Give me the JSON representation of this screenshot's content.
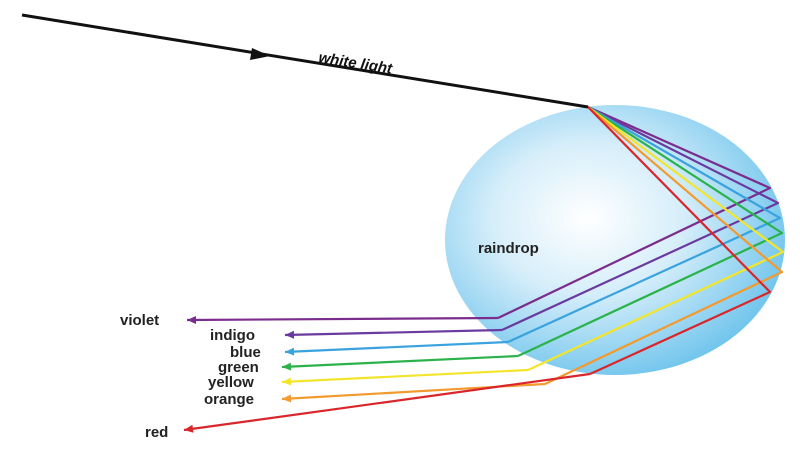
{
  "incoming_label": "white light",
  "drop_label": "raindrop",
  "colors": [
    {
      "name": "violet",
      "color": "#7b2d8e"
    },
    {
      "name": "indigo",
      "color": "#6a3aa0"
    },
    {
      "name": "blue",
      "color": "#3aa3dd"
    },
    {
      "name": "green",
      "color": "#2bb24a"
    },
    {
      "name": "yellow",
      "color": "#f2e52b"
    },
    {
      "name": "orange",
      "color": "#f29a2e"
    },
    {
      "name": "red",
      "color": "#d9262b"
    }
  ],
  "ray_color": "#111111",
  "drop_color_center": "#ffffff",
  "drop_color_edge": "#6fc4ec"
}
